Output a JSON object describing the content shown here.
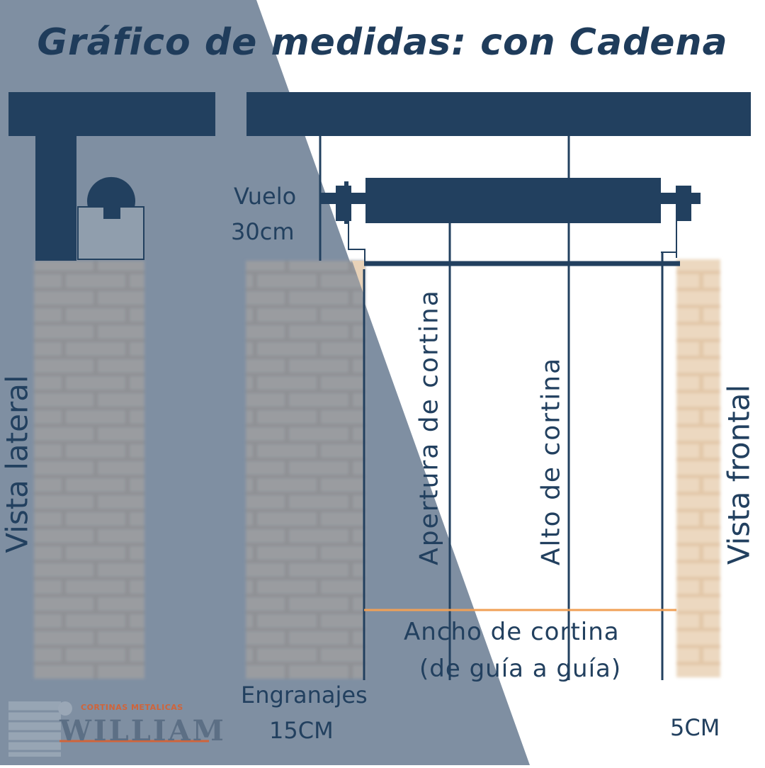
{
  "title": "Gráfico de medidas: con Cadena",
  "labels": {
    "vuelo": "Vuelo",
    "vuelo_value": "30cm",
    "vista_lateral": "Vista lateral",
    "vista_frontal": "Vista frontal",
    "apertura": "Apertura de cortina",
    "alto": "Alto de cortina",
    "ancho_line1": "Ancho de cortina",
    "ancho_line2": "(de guía a guía)",
    "engranajes": "Engranajes",
    "engranajes_value": "15CM",
    "right_value": "5CM"
  },
  "logo": {
    "top_text": "CORTINAS METALICAS",
    "main_text": "WILLIAM"
  },
  "colors": {
    "navy": "#22405f",
    "overlay_blue": "#7f8fa2",
    "orange_line": "#f0a056",
    "brick_beige": "#e8d2b8",
    "brick_gray": "#8a8c90"
  }
}
